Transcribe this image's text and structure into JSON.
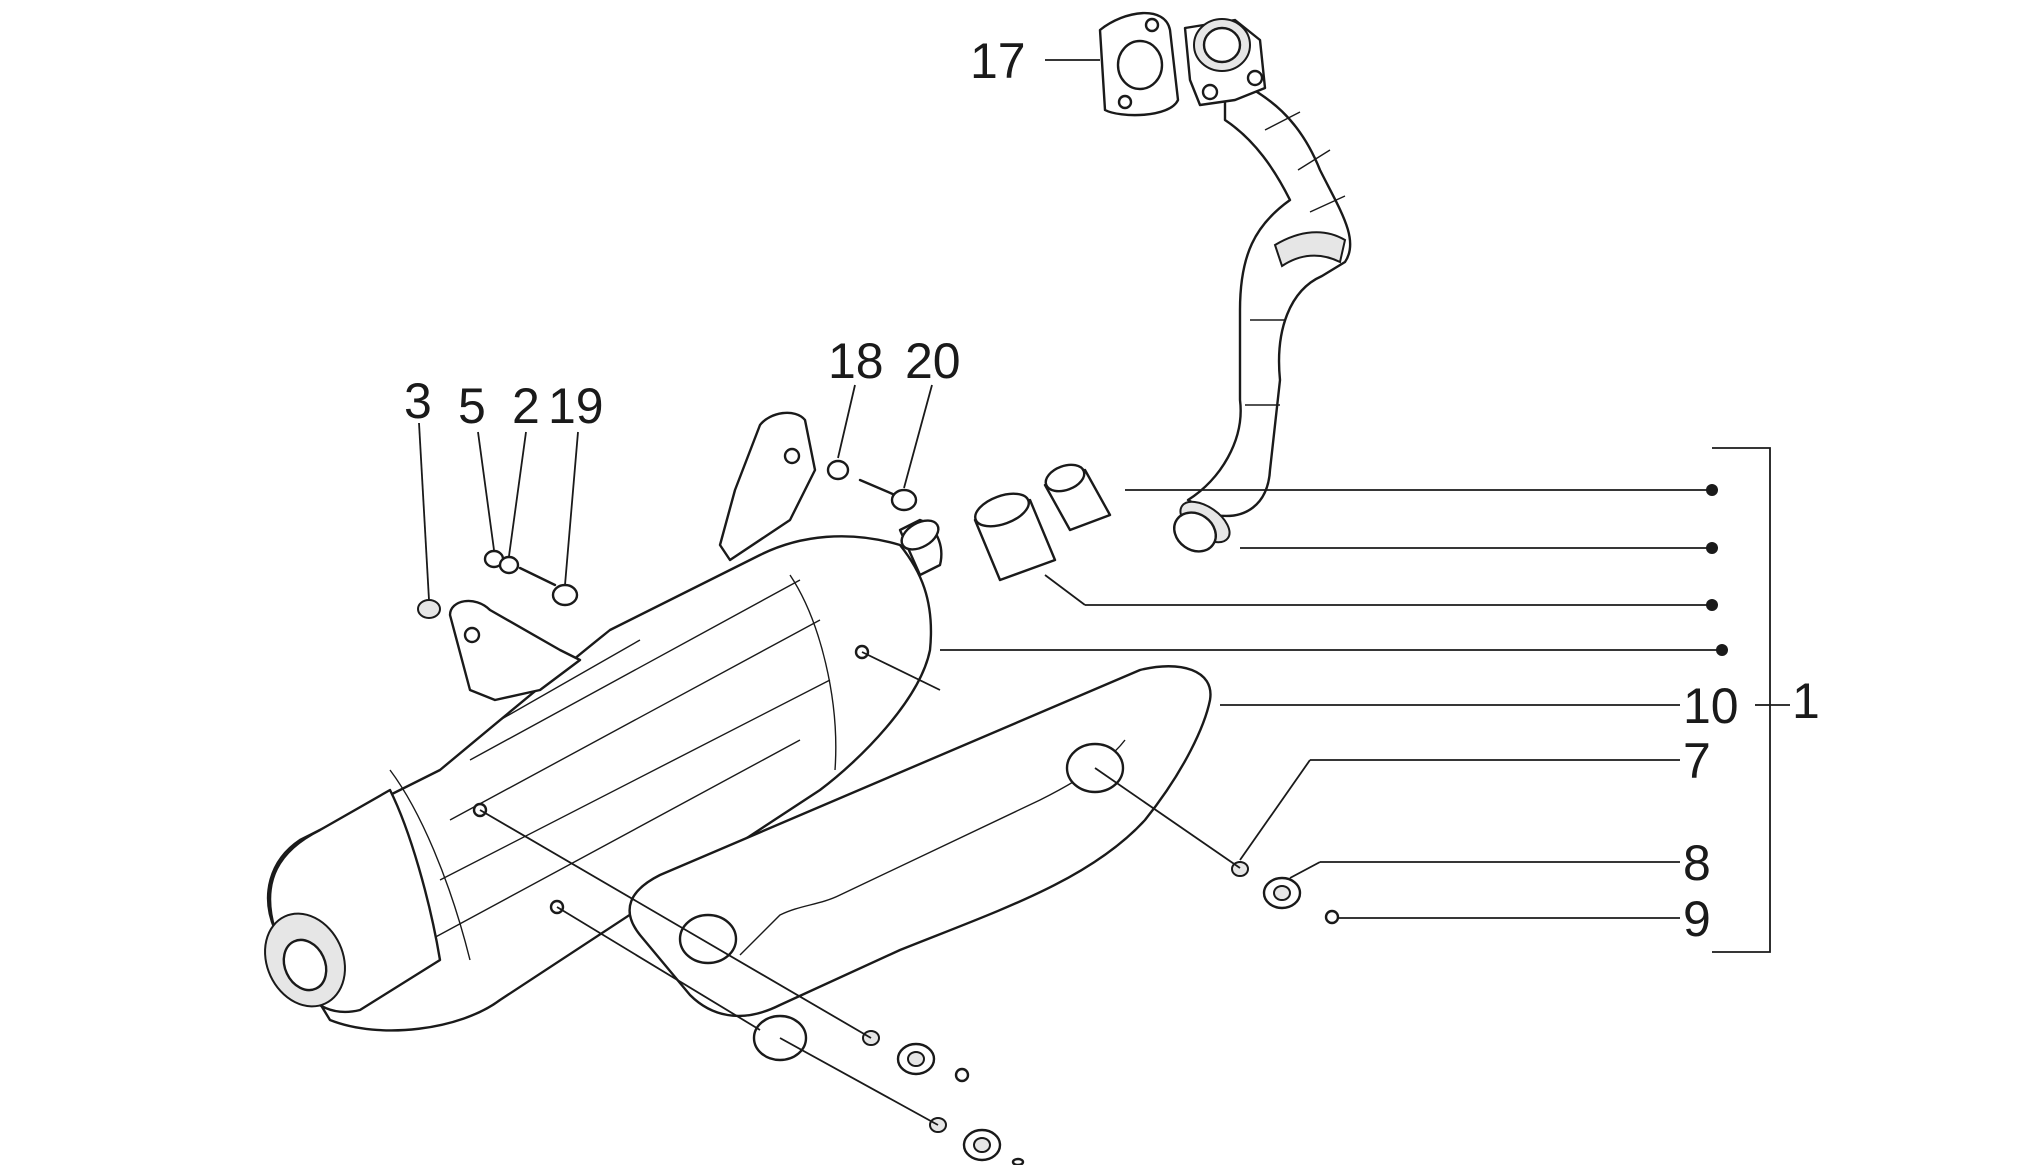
{
  "diagram": {
    "callouts": {
      "c17": "17",
      "c18": "18",
      "c20": "20",
      "c3": "3",
      "c5": "5",
      "c2": "2",
      "c19": "19",
      "c10": "10",
      "c1": "1",
      "c7": "7",
      "c8": "8",
      "c9": "9"
    }
  }
}
